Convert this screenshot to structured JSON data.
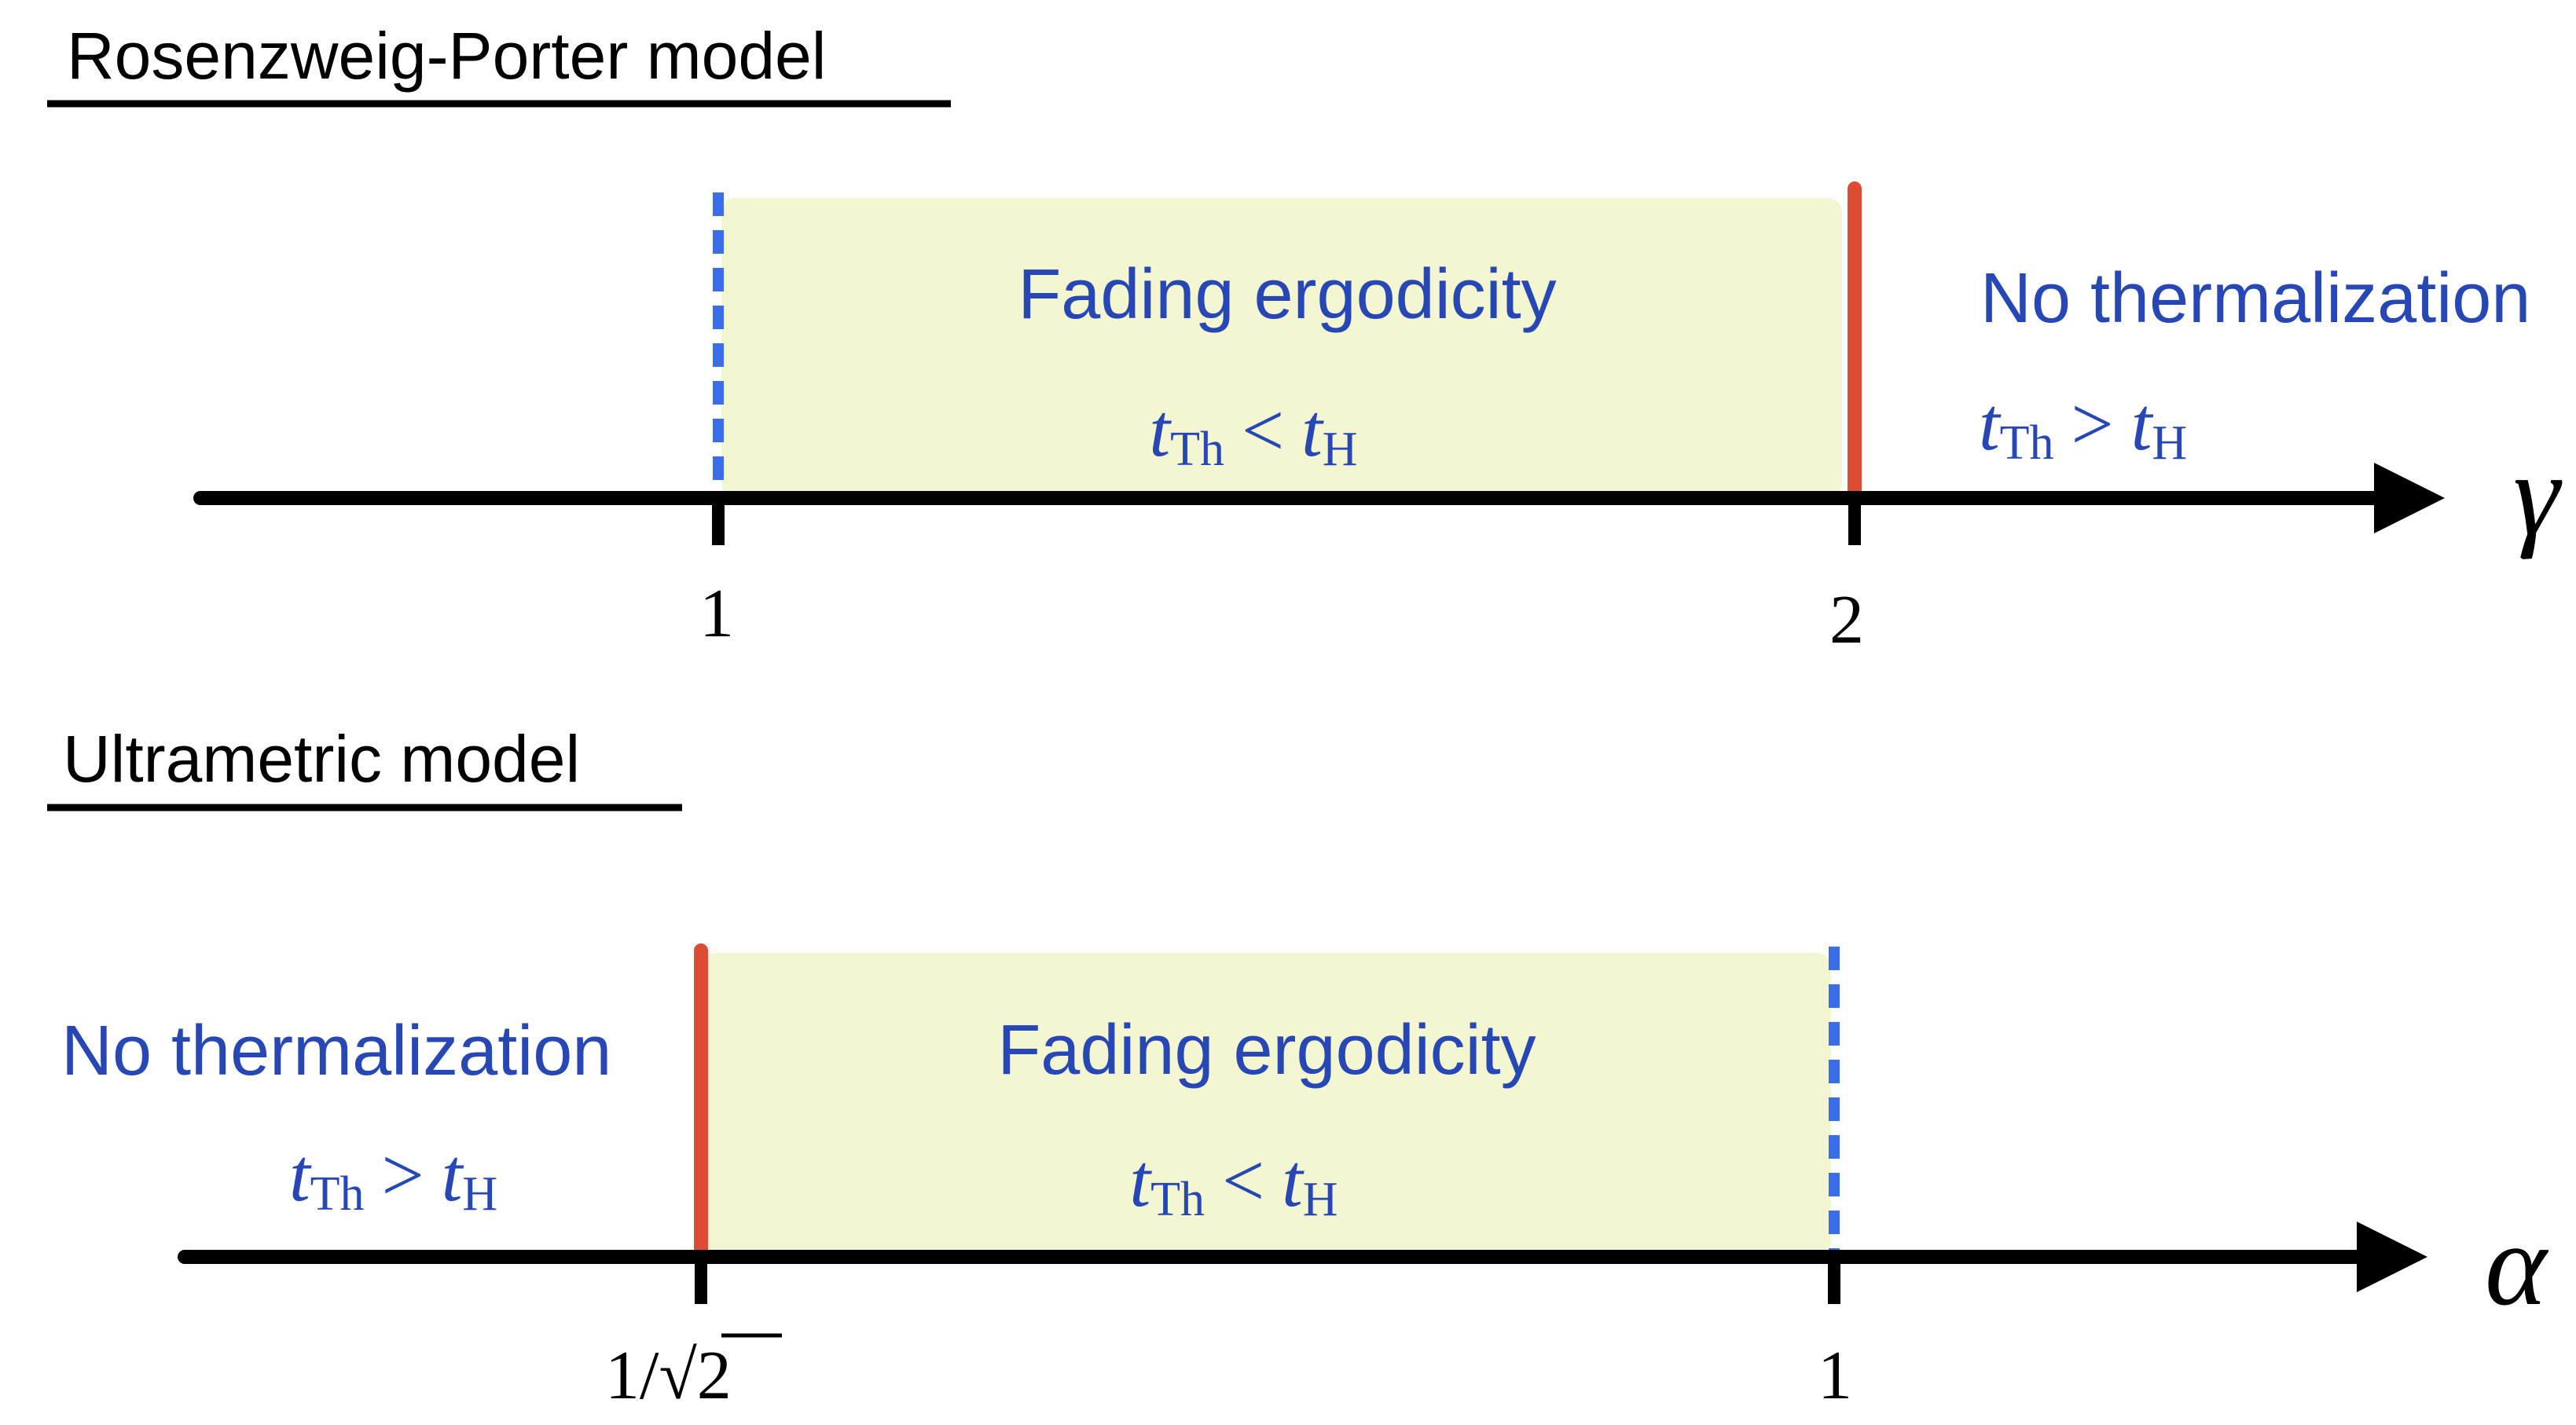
{
  "colors": {
    "fading_region_fill": "#f3f6d0",
    "label_blue": "#2747b5",
    "dashed_boundary": "#3a6ee8",
    "solid_boundary": "#dc4b34",
    "axis": "#000000"
  },
  "rosenzweig_porter": {
    "title": "Rosenzweig-Porter model",
    "axis_symbol": "γ",
    "ticks": [
      "1",
      "2"
    ],
    "fading_region": {
      "label": "Fading ergodicity",
      "formula": {
        "t": "t",
        "sub_left": "Th",
        "op": "<",
        "sub_right": "H"
      }
    },
    "no_thermal_region": {
      "label": "No thermalization",
      "formula": {
        "t": "t",
        "sub_left": "Th",
        "op": ">",
        "sub_right": "H"
      }
    }
  },
  "ultrametric": {
    "title": "Ultrametric model",
    "axis_symbol": "α",
    "ticks": [
      "1/√2",
      "1"
    ],
    "tick_first_parts": {
      "num": "1/",
      "root": "√",
      "radicand": "2"
    },
    "no_thermal_region": {
      "label": "No thermalization",
      "formula": {
        "t": "t",
        "sub_left": "Th",
        "op": ">",
        "sub_right": "H"
      }
    },
    "fading_region": {
      "label": "Fading ergodicity",
      "formula": {
        "t": "t",
        "sub_left": "Th",
        "op": "<",
        "sub_right": "H"
      }
    }
  }
}
